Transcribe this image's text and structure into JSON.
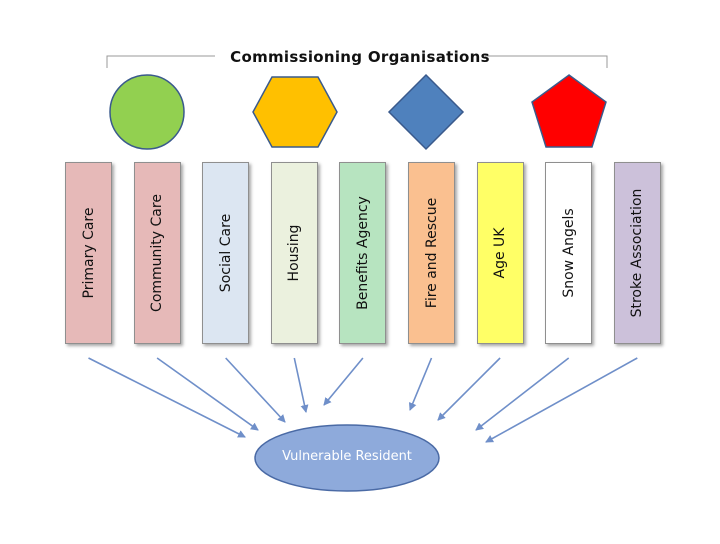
{
  "title": "Commissioning Organisations",
  "shapes": [
    {
      "name": "circle",
      "color": "#92d050"
    },
    {
      "name": "hexagon",
      "color": "#ffc000"
    },
    {
      "name": "diamond",
      "color": "#4f81bd"
    },
    {
      "name": "pentagon",
      "color": "#ff0000"
    }
  ],
  "organisations": [
    {
      "label": "Primary Care",
      "color": "#e6b9b8"
    },
    {
      "label": "Community Care",
      "color": "#e6b9b8"
    },
    {
      "label": "Social Care",
      "color": "#dce6f2"
    },
    {
      "label": "Housing",
      "color": "#ebf1de"
    },
    {
      "label": "Benefits Agency",
      "color": "#b7e4c0"
    },
    {
      "label": "Fire and Rescue",
      "color": "#fac090"
    },
    {
      "label": "Age UK",
      "color": "#ffff66"
    },
    {
      "label": "Snow Angels",
      "color": "#ffffff"
    },
    {
      "label": "Stroke Association",
      "color": "#ccc1da"
    }
  ],
  "resident": {
    "label": "Vulnerable Resident",
    "color": "#8eaadb"
  }
}
